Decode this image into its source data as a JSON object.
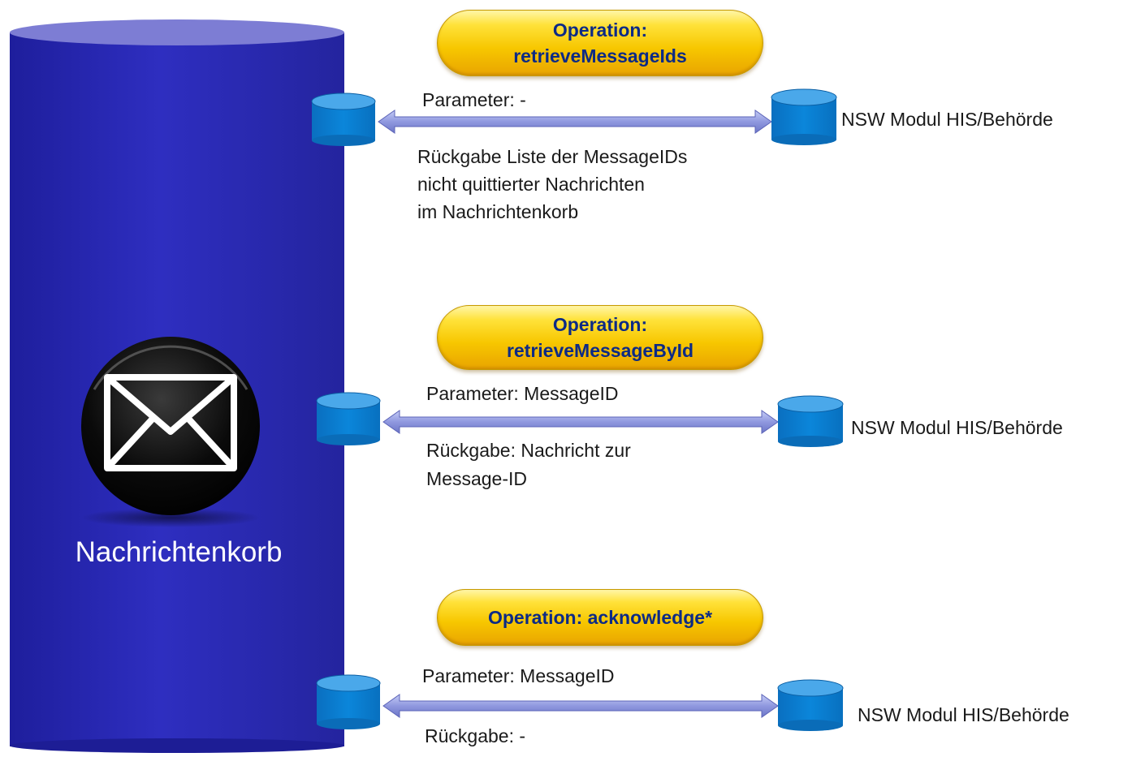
{
  "storage": {
    "label": "Nachrichtenkorb",
    "icon": "envelope-icon",
    "color": "#2a2ab4"
  },
  "operations": [
    {
      "title_line1": "Operation:",
      "title_line2": "retrieveMessageIds",
      "parameter": "Parameter: -",
      "return_lines": [
        "Rückgabe Liste der MessageIDs",
        "nicht quittierter Nachrichten",
        "im Nachrichtenkorb"
      ],
      "target": "NSW Modul HIS/Behörde"
    },
    {
      "title_line1": "Operation:",
      "title_line2": "retrieveMessageById",
      "parameter": "Parameter: MessageID",
      "return_lines": [
        "Rückgabe: Nachricht zur",
        "Message-ID"
      ],
      "target": "NSW Modul HIS/Behörde"
    },
    {
      "title_line1": "Operation: acknowledge*",
      "parameter": "Parameter: MessageID",
      "return_lines": [
        "Rückgabe: -"
      ],
      "target": "NSW Modul HIS/Behörde"
    }
  ],
  "colors": {
    "pill": "#f7c700",
    "pill_text": "#0c2a86",
    "connector": "#9aa3e6",
    "small_cylinder": "#0b7fd0"
  }
}
